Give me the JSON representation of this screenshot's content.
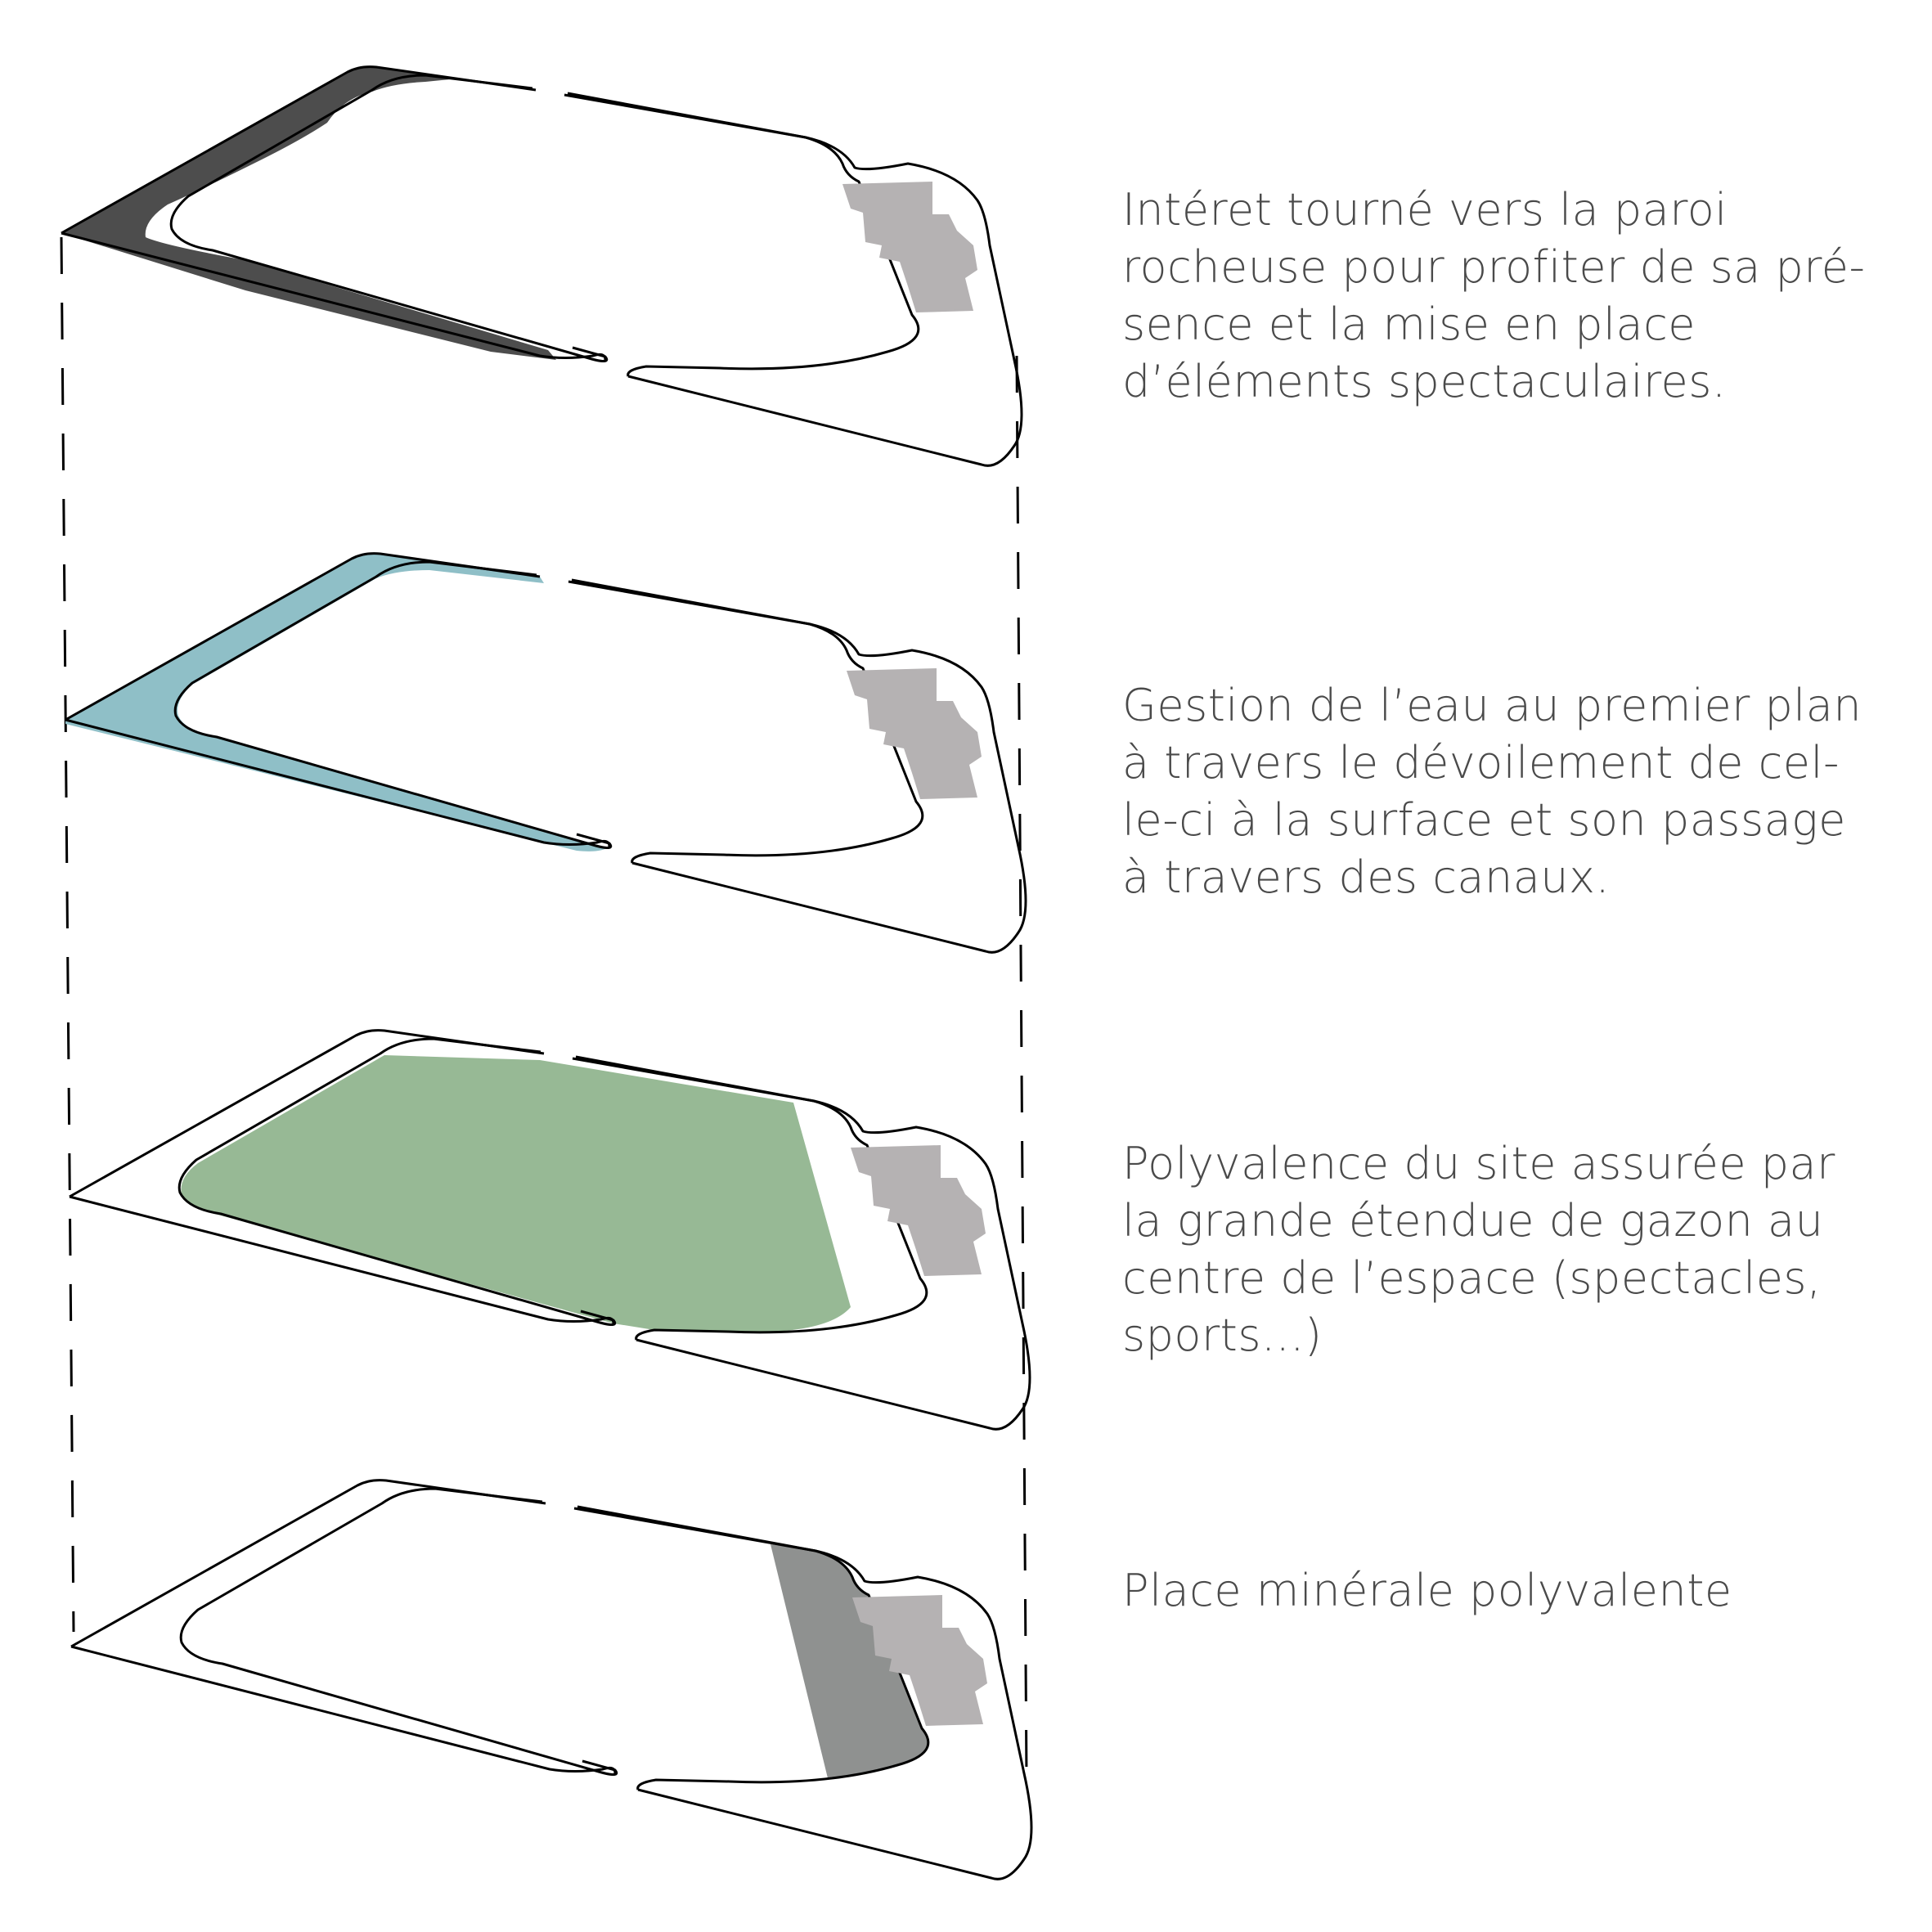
{
  "captions": [
    {
      "id": "cap-1",
      "lines": [
        "Intéret tourné vers la paroi",
        "rocheuse pour profiter de sa pré-",
        "sence et la mise en place",
        "d’éléments spectaculaires."
      ]
    },
    {
      "id": "cap-2",
      "lines": [
        "Gestion de l’eau au premier plan",
        "à travers le dévoilement de cel-",
        "le-ci à la surface et son passage",
        "à travers des canaux."
      ]
    },
    {
      "id": "cap-3",
      "lines": [
        "Polyvalence du site assurée par",
        "la grande étendue de gazon au",
        "centre de l’espace (spectacles,",
        "sports...)"
      ]
    },
    {
      "id": "cap-4",
      "lines": [
        "Place minérale polyvalente"
      ]
    }
  ],
  "layers": [
    {
      "name": "rock-wall-layer",
      "highlight": "rock-wall",
      "fill": "#4d4d4d"
    },
    {
      "name": "water-layer",
      "highlight": "water-channel",
      "fill": "#8fbfc7"
    },
    {
      "name": "lawn-layer",
      "highlight": "lawn",
      "fill": "#97b995"
    },
    {
      "name": "mineral-plaza-layer",
      "highlight": "mineral-plaza",
      "fill": "#8f9190"
    }
  ],
  "colors": {
    "outline": "#000000",
    "building": "#b5b2b3",
    "dashed_guide": "#000000",
    "text": "#4a4a4a"
  }
}
